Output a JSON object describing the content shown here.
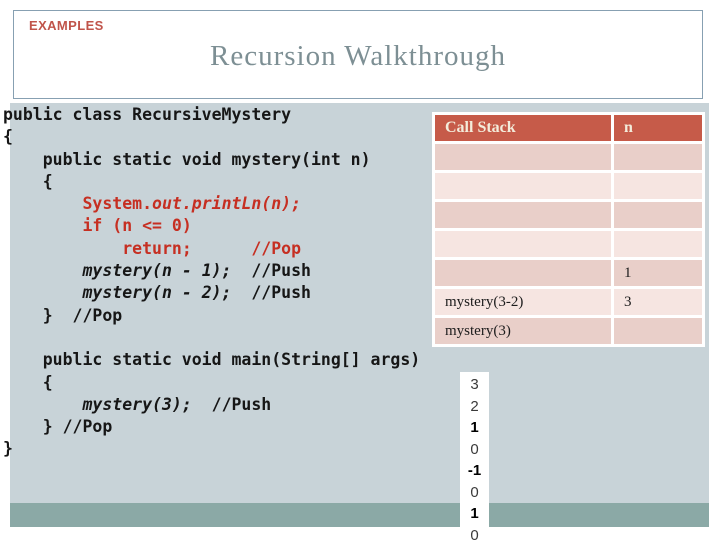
{
  "header": {
    "eyebrow": "EXAMPLES",
    "title": "Recursion Walkthrough"
  },
  "colors": {
    "table_header_bg": "#c65b49",
    "table_header_text": "#f3ecdb",
    "table_row_dark": "#e9cfc9",
    "table_row_light": "#f6e5e1",
    "code_red": "#c62f22",
    "panel_bg": "#c8d3d8",
    "footer_teal": "#8ba9a6",
    "eyebrow_red": "#c0544a",
    "title_gray": "#7d8f94"
  },
  "code": {
    "lines": [
      [
        {
          "t": "public class RecursiveMystery",
          "s": "k"
        }
      ],
      [
        {
          "t": "{",
          "s": "k"
        }
      ],
      [
        {
          "t": "    public static void mystery(int n)",
          "s": "k"
        }
      ],
      [
        {
          "t": "    {",
          "s": "k"
        }
      ],
      [
        {
          "t": "        ",
          "s": "k"
        },
        {
          "t": "System.",
          "s": "r"
        },
        {
          "t": "out.printLn(n);",
          "s": "ri"
        }
      ],
      [
        {
          "t": "        ",
          "s": "k"
        },
        {
          "t": "if (n <= 0)",
          "s": "r"
        }
      ],
      [
        {
          "t": "            ",
          "s": "k"
        },
        {
          "t": "return;",
          "s": "r"
        },
        {
          "t": "      ",
          "s": "k"
        },
        {
          "t": "//Pop",
          "s": "r"
        }
      ],
      [
        {
          "t": "        ",
          "s": "k"
        },
        {
          "t": "mystery(n - 1);",
          "s": "bi"
        },
        {
          "t": "  //Push",
          "s": "k"
        }
      ],
      [
        {
          "t": "        ",
          "s": "k"
        },
        {
          "t": "mystery(n - 2);",
          "s": "bi"
        },
        {
          "t": "  //Push",
          "s": "k"
        }
      ],
      [
        {
          "t": "    }  //Pop",
          "s": "k"
        }
      ],
      [
        {
          "t": "",
          "s": "k"
        }
      ],
      [
        {
          "t": "    public static void main(String[] args)",
          "s": "k"
        }
      ],
      [
        {
          "t": "    {",
          "s": "k"
        }
      ],
      [
        {
          "t": "        ",
          "s": "k"
        },
        {
          "t": "mystery(3);",
          "s": "bi"
        },
        {
          "t": "  //Push",
          "s": "k"
        }
      ],
      [
        {
          "t": "    } //Pop",
          "s": "k"
        }
      ],
      [
        {
          "t": "}",
          "s": "k"
        }
      ]
    ]
  },
  "call_stack_table": {
    "headers": [
      "Call Stack",
      "n"
    ],
    "rows": [
      {
        "call": "",
        "n": ""
      },
      {
        "call": "",
        "n": ""
      },
      {
        "call": "",
        "n": ""
      },
      {
        "call": "",
        "n": ""
      },
      {
        "call": "",
        "n": "1"
      },
      {
        "call": "mystery(3-2)",
        "n": "3"
      },
      {
        "call": "mystery(3)",
        "n": ""
      }
    ]
  },
  "output_column": {
    "values": [
      {
        "text": "3",
        "bold": false
      },
      {
        "text": "2",
        "bold": false
      },
      {
        "text": "1",
        "bold": true
      },
      {
        "text": "0",
        "bold": false
      },
      {
        "text": "-1",
        "bold": true
      },
      {
        "text": "0",
        "bold": false
      },
      {
        "text": "1",
        "bold": true
      },
      {
        "text": "0",
        "bold": false
      }
    ]
  }
}
